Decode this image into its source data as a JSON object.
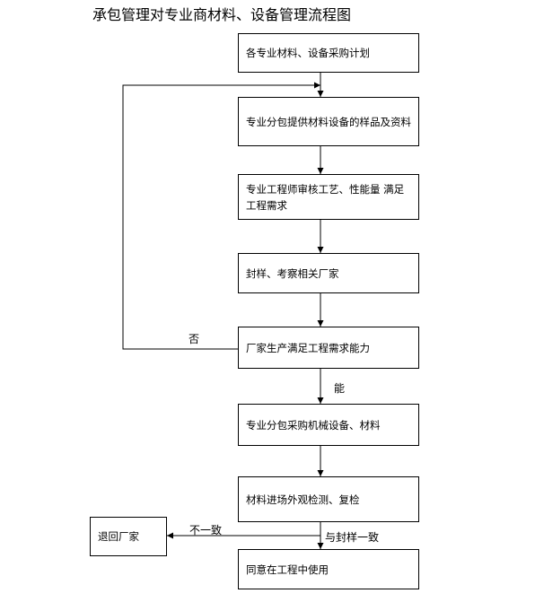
{
  "title": "承包管理对专业商材料、设备管理流程图",
  "steps": {
    "plan": "各专业材料、设备采购计划",
    "samples": "专业分包提供材料设备的样品及资料",
    "review": "专业工程师审核工艺、性能量 满足工程需求",
    "seal": "封样、考察相关厂家",
    "capacity": "厂家生产满足工程需求能力",
    "purchase": "专业分包采购机械设备、材料",
    "inspect": "材料进场外观检测、复检",
    "approve": "同意在工程中使用",
    "return": "退回厂家"
  },
  "labels": {
    "no": "否",
    "yes": "能",
    "mismatch": "不一致",
    "match": "与封样一致"
  }
}
